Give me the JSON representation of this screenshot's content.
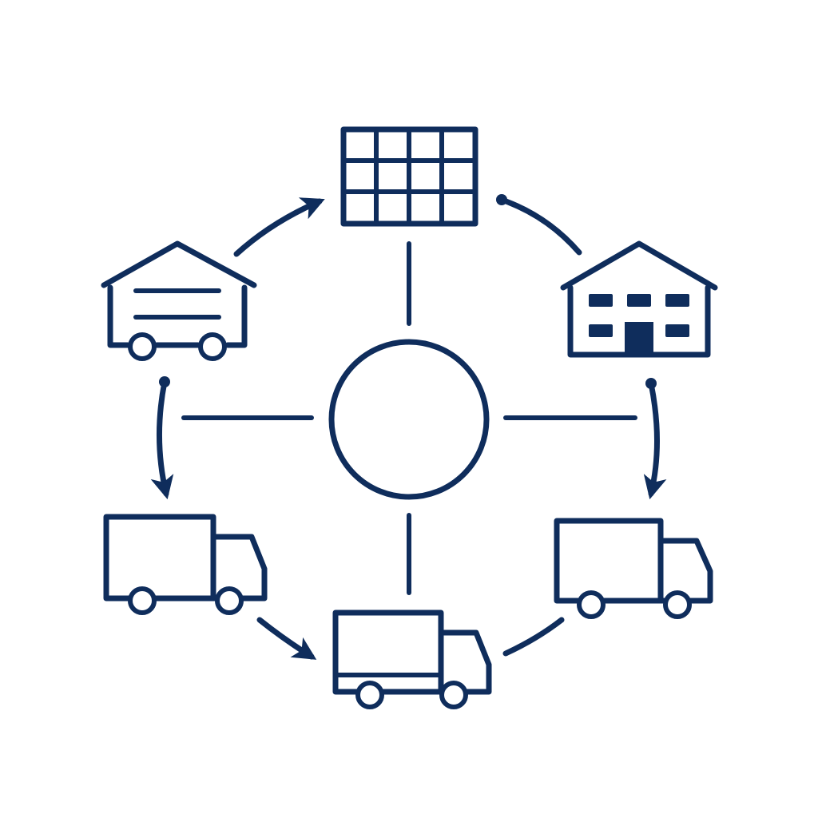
{
  "colors": {
    "ink": "#0f2d5c",
    "background": "#ffffff"
  },
  "diagram": {
    "hub": {
      "icon": "hub-circle-icon"
    },
    "nodes": [
      {
        "id": "grid",
        "icon": "solar-panel-grid-icon"
      },
      {
        "id": "factory",
        "icon": "factory-building-icon"
      },
      {
        "id": "truck-right",
        "icon": "delivery-truck-icon"
      },
      {
        "id": "truck-bottom",
        "icon": "delivery-truck-icon"
      },
      {
        "id": "truck-left",
        "icon": "delivery-truck-icon"
      },
      {
        "id": "mobile-warehouse",
        "icon": "mobile-warehouse-icon"
      }
    ],
    "connectors": [
      {
        "from": "hub",
        "to": "grid"
      },
      {
        "from": "hub",
        "to": "factory"
      },
      {
        "from": "hub",
        "to": "truck-bottom"
      },
      {
        "from": "hub",
        "to": "mobile-warehouse"
      }
    ],
    "flows": [
      {
        "from": "mobile-warehouse",
        "to": "grid",
        "arrow": true
      },
      {
        "from": "grid",
        "to": "factory",
        "arrow": false
      },
      {
        "from": "factory",
        "to": "truck-right",
        "arrow": true
      },
      {
        "from": "truck-right",
        "to": "truck-bottom",
        "arrow": false
      },
      {
        "from": "truck-left",
        "to": "truck-bottom",
        "arrow": true
      },
      {
        "from": "mobile-warehouse",
        "to": "truck-left",
        "arrow": true
      }
    ]
  }
}
